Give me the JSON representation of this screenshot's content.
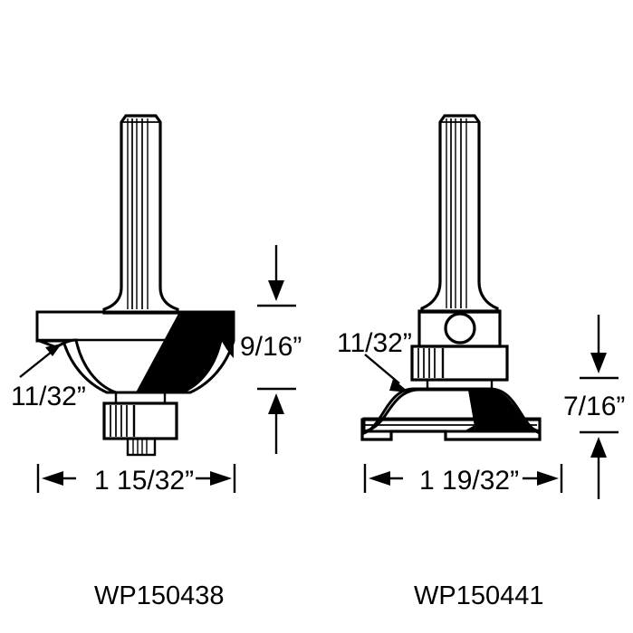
{
  "document": {
    "type": "technical-drawing",
    "subject": "router-bit-dimension-diagram",
    "background_color": "#ffffff",
    "line_color": "#000000",
    "carbide_color": "#000000",
    "body_light": "#ededed",
    "body_mid": "#dedede",
    "body_dark": "#c6c6c6"
  },
  "bits": [
    {
      "id": "left",
      "part_number": "WP150438",
      "profile_label": "11/32”",
      "height_label": "9/16”",
      "width_label": "1 15/32”"
    },
    {
      "id": "right",
      "part_number": "WP150441",
      "profile_label": "11/32”",
      "height_label": "7/16”",
      "width_label": "1 19/32”"
    }
  ],
  "labels": {
    "left_profile": "11/32”",
    "left_height": "9/16”",
    "left_width": "1 15/32”",
    "left_part": "WP150438",
    "right_profile": "11/32”",
    "right_height": "7/16”",
    "right_width": "1 19/32”",
    "right_part": "WP150441"
  }
}
